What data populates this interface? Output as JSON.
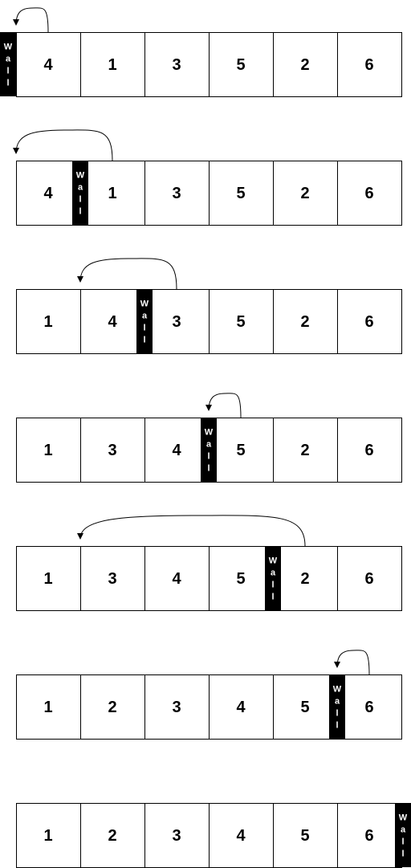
{
  "wall_label": [
    "W",
    "a",
    "l",
    "l"
  ],
  "colors": {
    "cell_border": "#000000",
    "wall_fill": "#000000",
    "wall_text": "#ffffff",
    "arrow": "#000000"
  },
  "steps": [
    {
      "values": [
        "4",
        "1",
        "3",
        "5",
        "2",
        "6"
      ],
      "wall_after": 0,
      "arrow_from": 1,
      "arrow_to": 0
    },
    {
      "values": [
        "4",
        "1",
        "3",
        "5",
        "2",
        "6"
      ],
      "wall_after": 1,
      "arrow_from": 2,
      "arrow_to": 0
    },
    {
      "values": [
        "1",
        "4",
        "3",
        "5",
        "2",
        "6"
      ],
      "wall_after": 2,
      "arrow_from": 3,
      "arrow_to": 1
    },
    {
      "values": [
        "1",
        "3",
        "4",
        "5",
        "2",
        "6"
      ],
      "wall_after": 3,
      "arrow_from": 4,
      "arrow_to": 3
    },
    {
      "values": [
        "1",
        "3",
        "4",
        "5",
        "2",
        "6"
      ],
      "wall_after": 4,
      "arrow_from": 5,
      "arrow_to": 1
    },
    {
      "values": [
        "1",
        "2",
        "3",
        "4",
        "5",
        "6"
      ],
      "wall_after": 5,
      "arrow_from": 6,
      "arrow_to": 5
    },
    {
      "values": [
        "1",
        "2",
        "3",
        "4",
        "5",
        "6"
      ],
      "wall_after": 6,
      "arrow_from": null,
      "arrow_to": null
    }
  ]
}
